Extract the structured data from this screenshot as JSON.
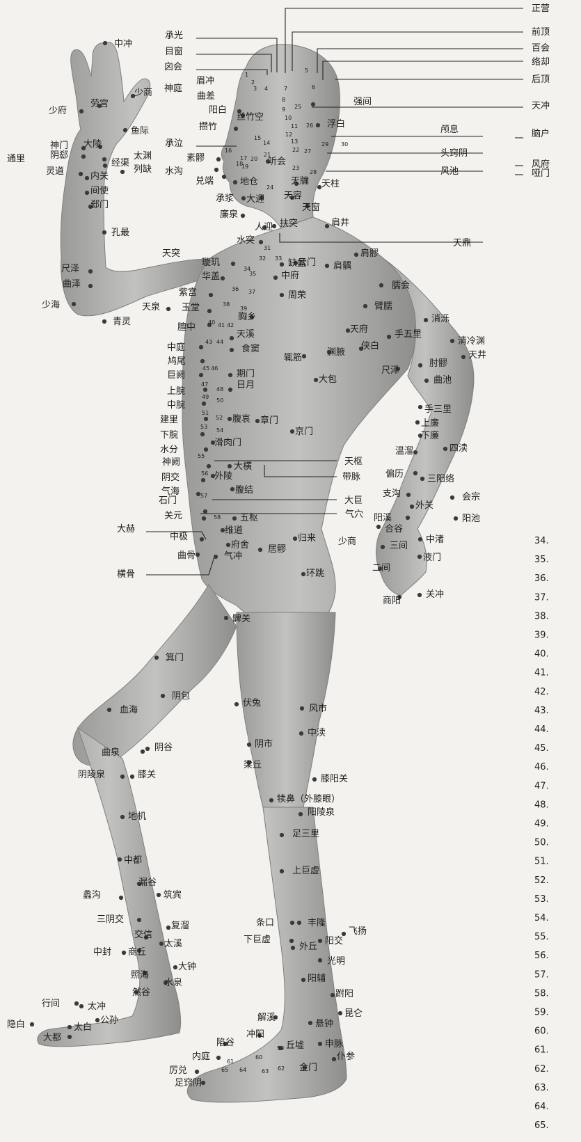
{
  "colors": {
    "background": "#f3f2ee",
    "skin": "#b9b9b7",
    "skin_shadow": "#8d8d8b",
    "point": "#3a3a3a",
    "text": "#1e1e1e"
  },
  "points": [
    {
      "label": "中冲"
    },
    {
      "label": "劳宫"
    },
    {
      "label": "少府"
    },
    {
      "label": "少商"
    },
    {
      "label": "鱼际"
    },
    {
      "label": "神门"
    },
    {
      "label": "大陵"
    },
    {
      "label": "阴郄"
    },
    {
      "label": "太渊"
    },
    {
      "label": "经渠"
    },
    {
      "label": "列缺"
    },
    {
      "label": "通里"
    },
    {
      "label": "灵道"
    },
    {
      "label": "内关"
    },
    {
      "label": "间使"
    },
    {
      "label": "郄门"
    },
    {
      "label": "孔最"
    },
    {
      "label": "尺泽"
    },
    {
      "label": "曲泽"
    },
    {
      "label": "少海"
    },
    {
      "label": "青灵"
    },
    {
      "label": "天泉"
    },
    {
      "label": "承光"
    },
    {
      "label": "目窗"
    },
    {
      "label": "囟会"
    },
    {
      "label": "眉冲"
    },
    {
      "label": "神庭"
    },
    {
      "label": "曲差"
    },
    {
      "label": "阳白"
    },
    {
      "label": "丝竹空"
    },
    {
      "label": "攒竹"
    },
    {
      "label": "承泣"
    },
    {
      "label": "素髎"
    },
    {
      "label": "水沟"
    },
    {
      "label": "兑端"
    },
    {
      "label": "地仓"
    },
    {
      "label": "承浆"
    },
    {
      "label": "大迎"
    },
    {
      "label": "廉泉"
    },
    {
      "label": "听会"
    },
    {
      "label": "天牖"
    },
    {
      "label": "天柱"
    },
    {
      "label": "天容"
    },
    {
      "label": "天窗"
    },
    {
      "label": "人迎"
    },
    {
      "label": "扶突"
    },
    {
      "label": "肩井"
    },
    {
      "label": "水突"
    },
    {
      "label": "天突"
    },
    {
      "label": "缺盆"
    },
    {
      "label": "肩髎"
    },
    {
      "label": "璇玑"
    },
    {
      "label": "云门"
    },
    {
      "label": "肩髃"
    },
    {
      "label": "华盖"
    },
    {
      "label": "中府"
    },
    {
      "label": "紫宫"
    },
    {
      "label": "周荣"
    },
    {
      "label": "臑会"
    },
    {
      "label": "玉堂"
    },
    {
      "label": "胸乡"
    },
    {
      "label": "臂臑"
    },
    {
      "label": "消泺"
    },
    {
      "label": "膻中"
    },
    {
      "label": "天溪"
    },
    {
      "label": "天府"
    },
    {
      "label": "手五里"
    },
    {
      "label": "清冷渊"
    },
    {
      "label": "中庭"
    },
    {
      "label": "食窦"
    },
    {
      "label": "侠白"
    },
    {
      "label": "天井"
    },
    {
      "label": "鸠尾"
    },
    {
      "label": "辄筋"
    },
    {
      "label": "渊腋"
    },
    {
      "label": "肘髎"
    },
    {
      "label": "巨阙"
    },
    {
      "label": "期门"
    },
    {
      "label": "尺泽"
    },
    {
      "label": "曲池"
    },
    {
      "label": "上脘"
    },
    {
      "label": "日月"
    },
    {
      "label": "大包"
    },
    {
      "label": "中脘"
    },
    {
      "label": "手三里"
    },
    {
      "label": "建里"
    },
    {
      "label": "腹哀"
    },
    {
      "label": "章门"
    },
    {
      "label": "上廉"
    },
    {
      "label": "下脘"
    },
    {
      "label": "京门"
    },
    {
      "label": "下廉"
    },
    {
      "label": "水分"
    },
    {
      "label": "滑肉门"
    },
    {
      "label": "温溜"
    },
    {
      "label": "四渎"
    },
    {
      "label": "神阙"
    },
    {
      "label": "大横"
    },
    {
      "label": "阴交"
    },
    {
      "label": "外陵"
    },
    {
      "label": "偏历"
    },
    {
      "label": "三阳络"
    },
    {
      "label": "气海"
    },
    {
      "label": "腹结"
    },
    {
      "label": "支沟"
    },
    {
      "label": "会宗"
    },
    {
      "label": "石门"
    },
    {
      "label": "外关"
    },
    {
      "label": "关元"
    },
    {
      "label": "五枢"
    },
    {
      "label": "阳溪"
    },
    {
      "label": "阳池"
    },
    {
      "label": "维道"
    },
    {
      "label": "合谷"
    },
    {
      "label": "中极"
    },
    {
      "label": "府舍"
    },
    {
      "label": "归来"
    },
    {
      "label": "少商"
    },
    {
      "label": "中渚"
    },
    {
      "label": "曲骨"
    },
    {
      "label": "居髎"
    },
    {
      "label": "三间"
    },
    {
      "label": "液门"
    },
    {
      "label": "气冲"
    },
    {
      "label": "二间"
    },
    {
      "label": "环跳"
    },
    {
      "label": "商阳"
    },
    {
      "label": "关冲"
    },
    {
      "label": "髀关"
    },
    {
      "label": "箕门"
    },
    {
      "label": "阴包"
    },
    {
      "label": "伏兔"
    },
    {
      "label": "风市"
    },
    {
      "label": "血海"
    },
    {
      "label": "中渎"
    },
    {
      "label": "曲泉"
    },
    {
      "label": "阴谷"
    },
    {
      "label": "阴市"
    },
    {
      "label": "梁丘"
    },
    {
      "label": "阴陵泉"
    },
    {
      "label": "膝关"
    },
    {
      "label": "膝阳关"
    },
    {
      "label": "犊鼻（外膝眼）"
    },
    {
      "label": "地机"
    },
    {
      "label": "阳陵泉"
    },
    {
      "label": "足三里"
    },
    {
      "label": "中都"
    },
    {
      "label": "漏谷"
    },
    {
      "label": "上巨虚"
    },
    {
      "label": "蠡沟"
    },
    {
      "label": "筑宾"
    },
    {
      "label": "三阴交"
    },
    {
      "label": "条口"
    },
    {
      "label": "丰隆"
    },
    {
      "label": "飞扬"
    },
    {
      "label": "交信"
    },
    {
      "label": "复溜"
    },
    {
      "label": "阳交"
    },
    {
      "label": "下巨虚"
    },
    {
      "label": "外丘"
    },
    {
      "label": "中封"
    },
    {
      "label": "商丘"
    },
    {
      "label": "太溪"
    },
    {
      "label": "光明"
    },
    {
      "label": "大钟"
    },
    {
      "label": "照海"
    },
    {
      "label": "阳辅"
    },
    {
      "label": "行间"
    },
    {
      "label": "太冲"
    },
    {
      "label": "水泉"
    },
    {
      "label": "然谷"
    },
    {
      "label": "跗阳"
    },
    {
      "label": "公孙"
    },
    {
      "label": "悬钟"
    },
    {
      "label": "昆仑"
    },
    {
      "label": "隐白"
    },
    {
      "label": "太白"
    },
    {
      "label": "大都"
    },
    {
      "label": "解溪"
    },
    {
      "label": "冲阳"
    },
    {
      "label": "陷谷"
    },
    {
      "label": "丘墟"
    },
    {
      "label": "申脉"
    },
    {
      "label": "内庭"
    },
    {
      "label": "仆参"
    },
    {
      "label": "厉兑"
    },
    {
      "label": "金门"
    },
    {
      "label": "足窍阴"
    },
    {
      "label": "强间"
    },
    {
      "label": "浮白"
    }
  ],
  "callouts": [
    {
      "label": "正营"
    },
    {
      "label": "前顶"
    },
    {
      "label": "百会"
    },
    {
      "label": "络却"
    },
    {
      "label": "后顶"
    },
    {
      "label": "天冲"
    },
    {
      "label": "颅息"
    },
    {
      "label": "脑户"
    },
    {
      "label": "头窍阴"
    },
    {
      "label": "风池"
    },
    {
      "label": "风府"
    },
    {
      "label": "哑门"
    },
    {
      "label": "天鼎"
    },
    {
      "label": "天枢"
    },
    {
      "label": "带脉"
    },
    {
      "label": "大巨"
    },
    {
      "label": "气穴"
    },
    {
      "label": "大赫"
    },
    {
      "label": "横骨"
    }
  ],
  "numbers": [
    "1",
    "2",
    "3",
    "4",
    "5",
    "6",
    "7",
    "8",
    "9",
    "10",
    "11",
    "12",
    "13",
    "14",
    "15",
    "16",
    "17",
    "18",
    "19",
    "20",
    "21",
    "22",
    "23",
    "24",
    "25",
    "26",
    "27",
    "28",
    "29",
    "30",
    "31",
    "32",
    "33",
    "34",
    "35",
    "36",
    "37",
    "38",
    "39",
    "40",
    "41",
    "42",
    "43",
    "44",
    "45",
    "46",
    "47",
    "48",
    "49",
    "50",
    "51",
    "52",
    "53",
    "54",
    "55",
    "56",
    "57",
    "58",
    "59",
    "60",
    "61",
    "62",
    "63",
    "64",
    "65"
  ],
  "side_list": [
    "34.",
    "35.",
    "36.",
    "37.",
    "38.",
    "39.",
    "40.",
    "41.",
    "42.",
    "43.",
    "44.",
    "45.",
    "46.",
    "47.",
    "48.",
    "49.",
    "50.",
    "51.",
    "52.",
    "53.",
    "54.",
    "55.",
    "56.",
    "57.",
    "58.",
    "59.",
    "60.",
    "61.",
    "62.",
    "63.",
    "64.",
    "65."
  ]
}
